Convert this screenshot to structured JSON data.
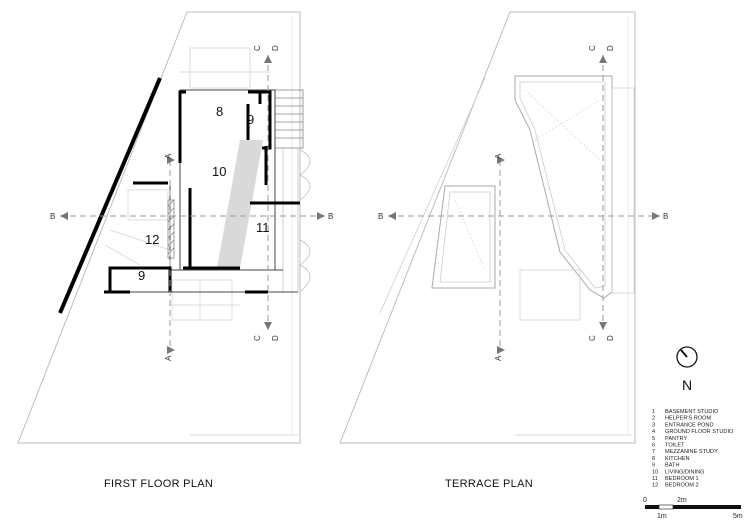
{
  "plans": {
    "first_floor": {
      "title": "FIRST FLOOR PLAN",
      "rooms": [
        {
          "num": "8"
        },
        {
          "num": "9"
        },
        {
          "num": "10"
        },
        {
          "num": "11"
        },
        {
          "num": "12"
        },
        {
          "num": "9"
        }
      ]
    },
    "terrace": {
      "title": "TERRACE PLAN"
    }
  },
  "section_markers": {
    "A": "A",
    "B": "B",
    "C": "C",
    "D": "D"
  },
  "north": {
    "label": "N"
  },
  "legend": [
    {
      "num": "1",
      "label": "BASEMENT STUDIO"
    },
    {
      "num": "2",
      "label": "HELPER'S ROOM"
    },
    {
      "num": "3",
      "label": "ENTRANCE POND"
    },
    {
      "num": "4",
      "label": "GROUND FLOOR STUDIO"
    },
    {
      "num": "5",
      "label": "PANTRY"
    },
    {
      "num": "6",
      "label": "TOILET"
    },
    {
      "num": "7",
      "label": "MEZZANINE STUDY"
    },
    {
      "num": "8",
      "label": "KITCHEN"
    },
    {
      "num": "9",
      "label": "BATH"
    },
    {
      "num": "10",
      "label": "LIVING/DINING"
    },
    {
      "num": "11",
      "label": "BEDROOM 1"
    },
    {
      "num": "12",
      "label": "BEDROOM 2"
    }
  ],
  "scale_bar": {
    "label_0": "0",
    "label_1m": "1m",
    "label_2m": "2m",
    "label_5m": "5m"
  }
}
